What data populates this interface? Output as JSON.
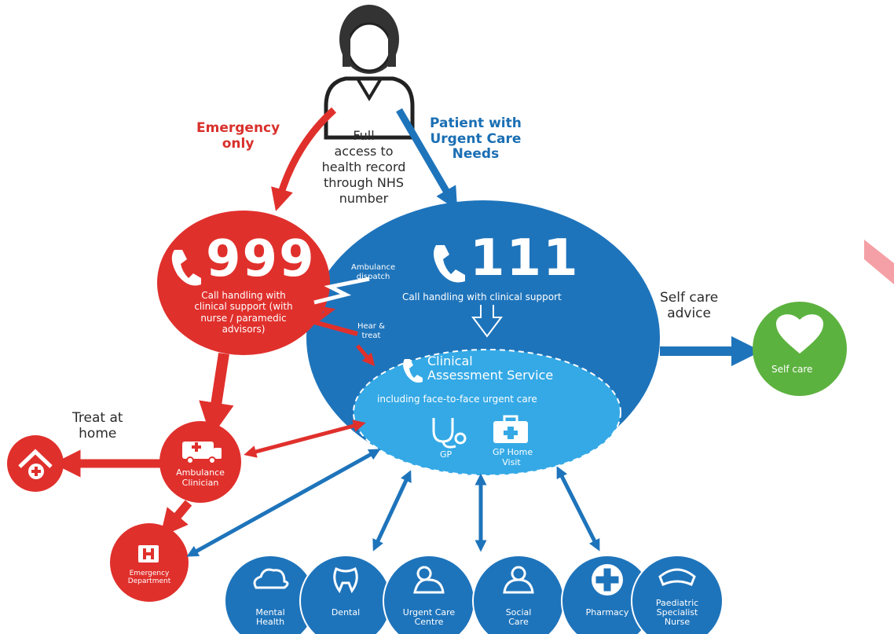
{
  "colors": {
    "red": "#e0302c",
    "blue": "#1e74bb",
    "light_blue": "#34a9e6",
    "green": "#5cb23f",
    "pink": "#f5a0a6"
  },
  "patient": {
    "icon": "person-icon"
  },
  "labels": {
    "emergency_line1": "Emergency",
    "emergency_line2": "only",
    "health_record_1": "Full",
    "health_record_2": "access to",
    "health_record_3": "health record",
    "health_record_4": "through NHS",
    "health_record_5": "number",
    "urgent_line1": "Patient with",
    "urgent_line2": "Urgent Care",
    "urgent_line3": "Needs",
    "self_care_advice_1": "Self care",
    "self_care_advice_2": "advice",
    "treat_at_home_1": "Treat at",
    "treat_at_home_2": "home"
  },
  "service_999": {
    "number": "999",
    "desc_1": "Call handling with",
    "desc_2": "clinical support (with",
    "desc_3": "nurse / paramedic",
    "desc_4": "advisors)"
  },
  "service_111": {
    "number": "111",
    "desc": "Call handling with clinical support",
    "ambulance_dispatch_1": "Ambulance",
    "ambulance_dispatch_2": "dispatch",
    "hear_treat_1": "Hear &",
    "hear_treat_2": "treat"
  },
  "clinical_assessment": {
    "title_1": "Clinical",
    "title_2": "Assessment Service",
    "subtitle": "including face-to-face urgent care",
    "gp": "GP",
    "gp_home_visit_1": "GP Home",
    "gp_home_visit_2": "Visit"
  },
  "self_care": {
    "label": "Self care"
  },
  "ambulance_clinician": {
    "label_1": "Ambulance",
    "label_2": "Clinician"
  },
  "emergency_department": {
    "label_1": "Emergency",
    "label_2": "Department"
  },
  "services": [
    {
      "line1": "Mental",
      "line2": "Health",
      "line3": ""
    },
    {
      "line1": "Dental",
      "line2": "",
      "line3": ""
    },
    {
      "line1": "Urgent Care",
      "line2": "Centre",
      "line3": ""
    },
    {
      "line1": "Social",
      "line2": "Care",
      "line3": ""
    },
    {
      "line1": "Pharmacy",
      "line2": "",
      "line3": ""
    },
    {
      "line1": "Paediatric",
      "line2": "Specialist",
      "line3": "Nurse"
    }
  ]
}
